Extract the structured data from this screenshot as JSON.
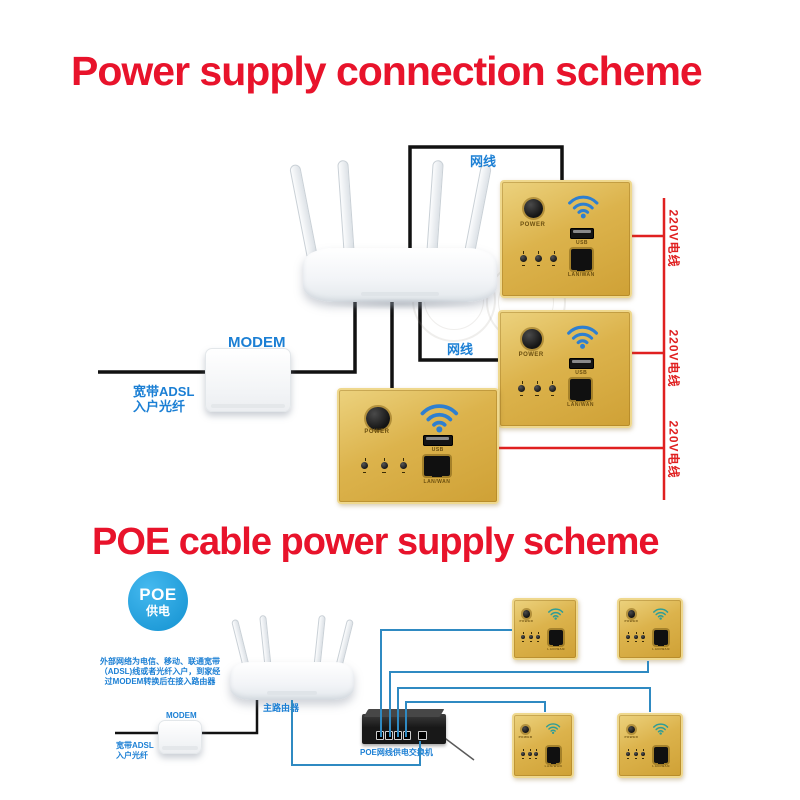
{
  "scheme1": {
    "title": "Power supply connection scheme",
    "net_cable_label": "网线",
    "power_cable_label": "220V电线",
    "modem_label": "MODEM",
    "adsl_line1": "宽带ADSL",
    "adsl_line2": "入户光纤"
  },
  "scheme2": {
    "title": "POE cable power supply scheme",
    "poe_badge_line1": "POE",
    "poe_badge_line2": "供电",
    "note_line1": "外部网络为电信、移动、联通宽带",
    "note_line2": "（ADSL)线或者光纤入户，到家经",
    "note_line3": "过MODEM转换后在接入路由器",
    "main_router_label": "主路由器",
    "modem_label": "MODEM",
    "adsl_line1": "宽带ADSL",
    "adsl_line2": "入户光纤",
    "poe_switch_label": "POE网线供电交换机"
  },
  "panel": {
    "power_label": "POWER",
    "usb_label": "USB",
    "lan_label": "LAN/WAN"
  },
  "colors": {
    "title_red": "#e8132b",
    "power_line_red": "#e02020",
    "label_blue": "#1b7fd4",
    "poe_line_blue": "#2f8ac2",
    "poe_badge_blue": "#29a8e0",
    "panel_gold": "#dcb34c",
    "cable_black": "#111111",
    "wifi_blue": "#2e7fd0",
    "wifi_teal": "#2f9d96"
  }
}
